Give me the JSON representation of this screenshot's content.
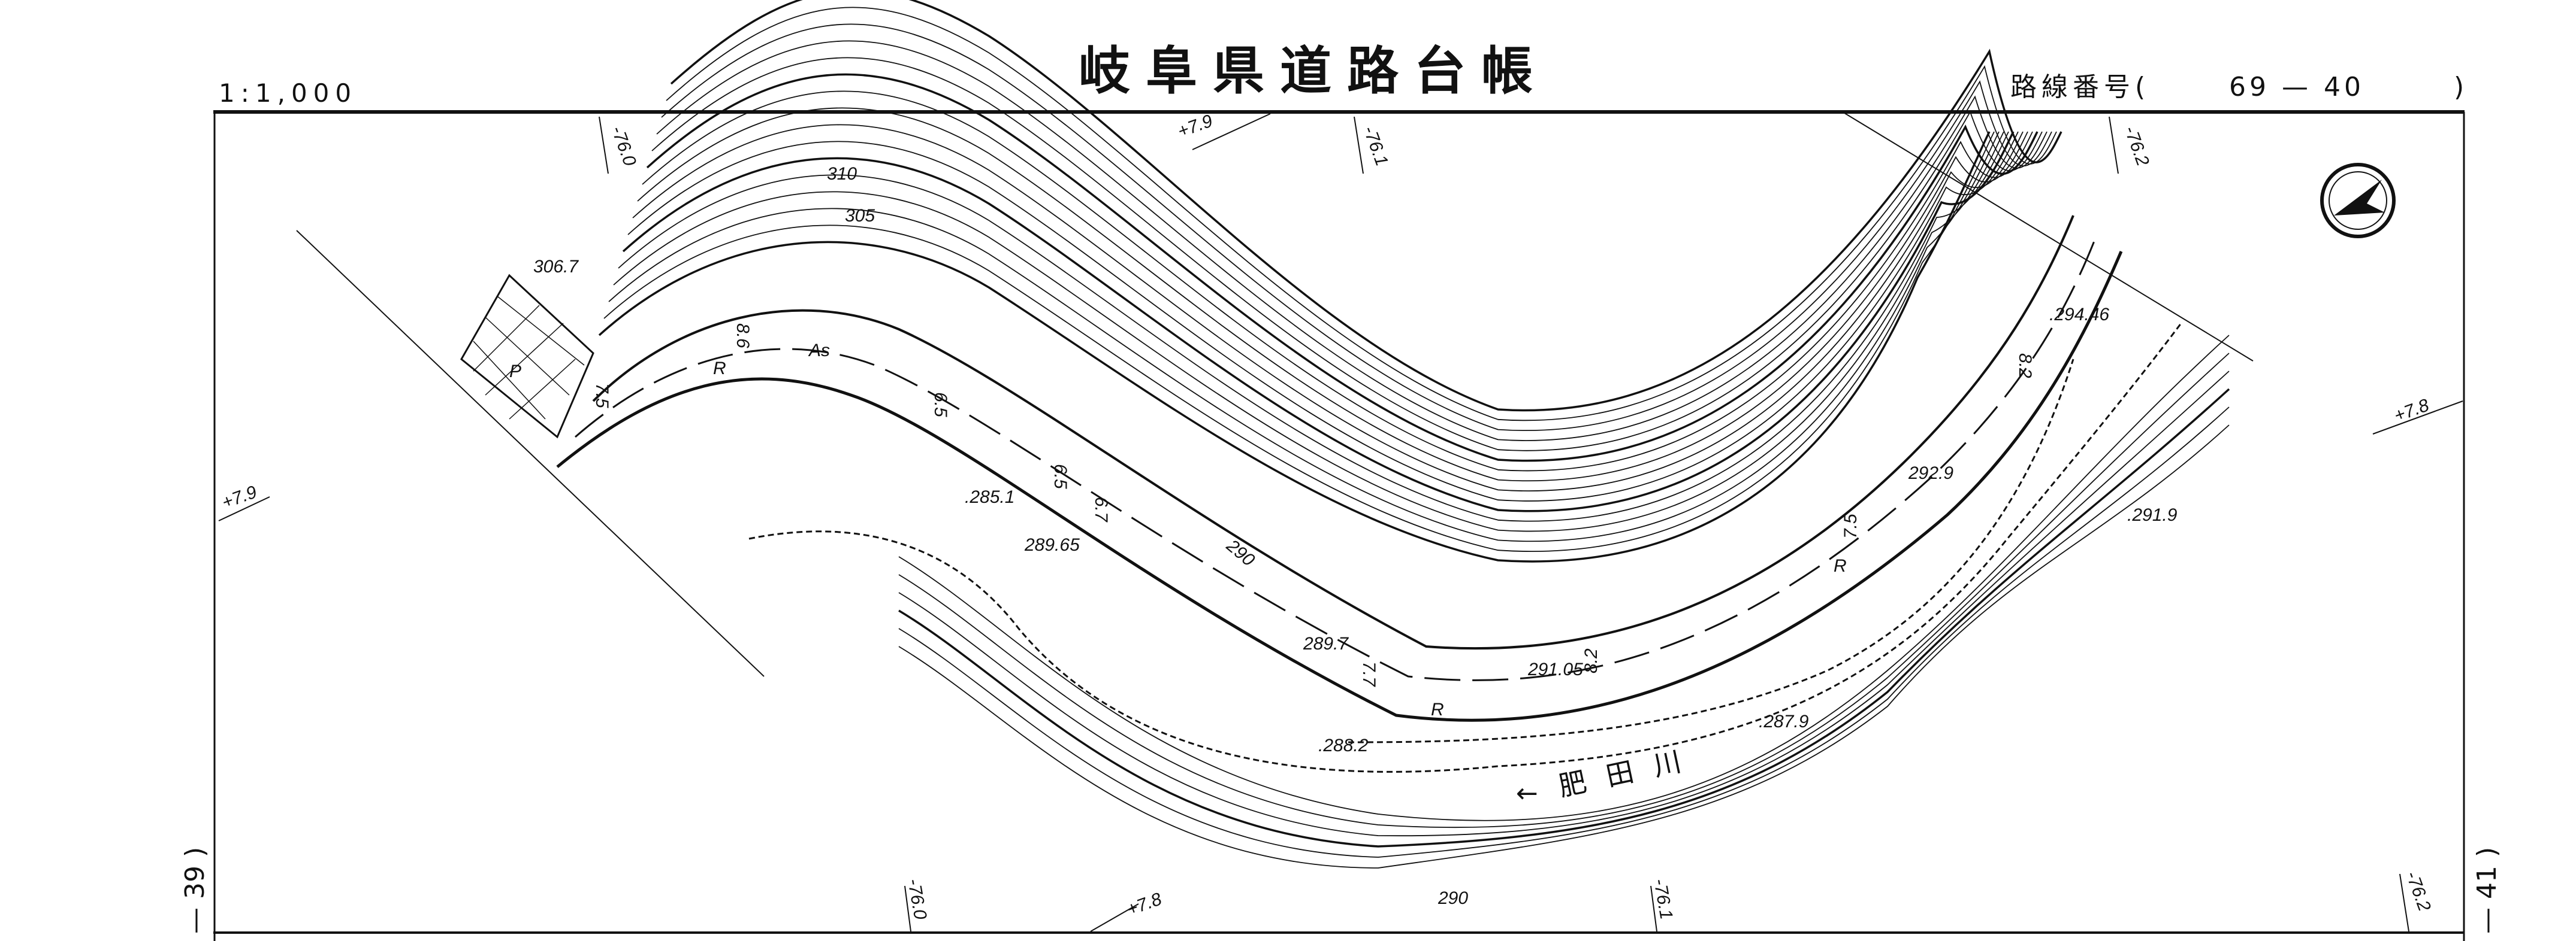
{
  "header": {
    "scale": "1:1,000",
    "title": "岐阜県道路台帳",
    "route_label": "路線番号(",
    "route_number": "69 — 40",
    "route_close": ")"
  },
  "sheet_neighbors": {
    "left": "— 39 )",
    "right": "— 41 )"
  },
  "grid_labels": {
    "top": [
      "-76.0",
      "+7.9",
      "-76.1",
      "-76.2"
    ],
    "left": "+7.9",
    "right": "+7.8",
    "bottom": [
      "-76.0",
      "+7.8",
      "-76.1",
      "-76.2"
    ]
  },
  "elevations": [
    "310",
    "305",
    "306.7",
    ".285.1",
    "289.65",
    "290",
    "289.7",
    "291.05",
    ".288.2",
    ".287.9",
    "292.9",
    ".291.9",
    ".294.46",
    "290"
  ],
  "road_widths": [
    "8.6",
    "7.5",
    "6.5",
    "6.5",
    "6.7",
    "7.7",
    "8.2",
    "7.5",
    "8.2"
  ],
  "symbols": {
    "pavement": "As",
    "road_marker": "R",
    "parking": "P"
  },
  "river": {
    "name": "肥 田 川",
    "flow_arrow": "←"
  },
  "north_arrow": "north-arrow"
}
